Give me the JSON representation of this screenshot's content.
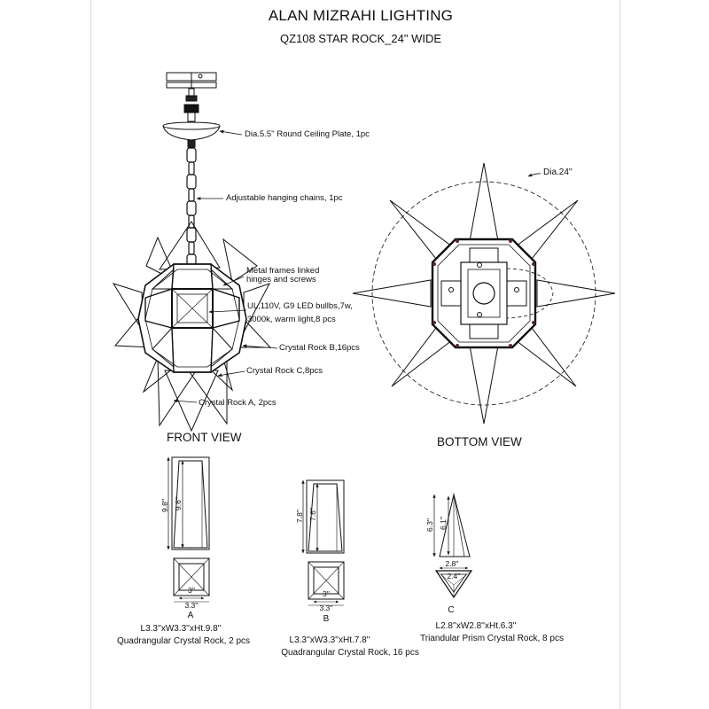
{
  "header": {
    "brand": "ALAN MIZRAHI LIGHTING",
    "model": "QZ108 STAR ROCK_24\" WIDE"
  },
  "front_view": {
    "label": "FRONT VIEW",
    "callouts": {
      "ceiling_plate": "Dia.5.5'' Round Ceiling Plate, 1pc",
      "chains": "Adjustable hanging chains, 1pc",
      "frames_line1": "Metal frames linked",
      "frames_line2": "hinges and screws",
      "bulbs_line1": "UL,110V, G9 LED bullbs,7w,",
      "bulbs_line2": "3000k, warm light,8 pcs",
      "rock_b": "Crystal Rock B,16pcs",
      "rock_c": "Crystal Rock C,8pcs",
      "rock_a": "Crystal Rock A, 2pcs"
    }
  },
  "bottom_view": {
    "label": "BOTTOM VIEW",
    "diameter": "Dia.24''"
  },
  "parts": [
    {
      "letter": "A",
      "outer_height": "9.8''",
      "inner_height": "9.6''",
      "inner_width": "3''",
      "outer_width": "3.3''",
      "dims": "L3.3''xW3.3''xHt.9.8''",
      "name": "Quadrangular Crystal Rock, 2 pcs"
    },
    {
      "letter": "B",
      "outer_height": "7.8''",
      "inner_height": "7.6''",
      "inner_width": "3''",
      "outer_width": "3.3''",
      "dims": "L3.3''xW3.3''xHt.7.8''",
      "name": "Quadrangular Crystal Rock, 16 pcs"
    },
    {
      "letter": "C",
      "outer_height": "6.3''",
      "inner_height": "6.1''",
      "top_width": "2.8''",
      "inner_width": "2.4''",
      "dims": "L2.8''xW2.8''xHt.6.3''",
      "name": "Triandular Prism Crystal Rock, 8 pcs"
    }
  ]
}
